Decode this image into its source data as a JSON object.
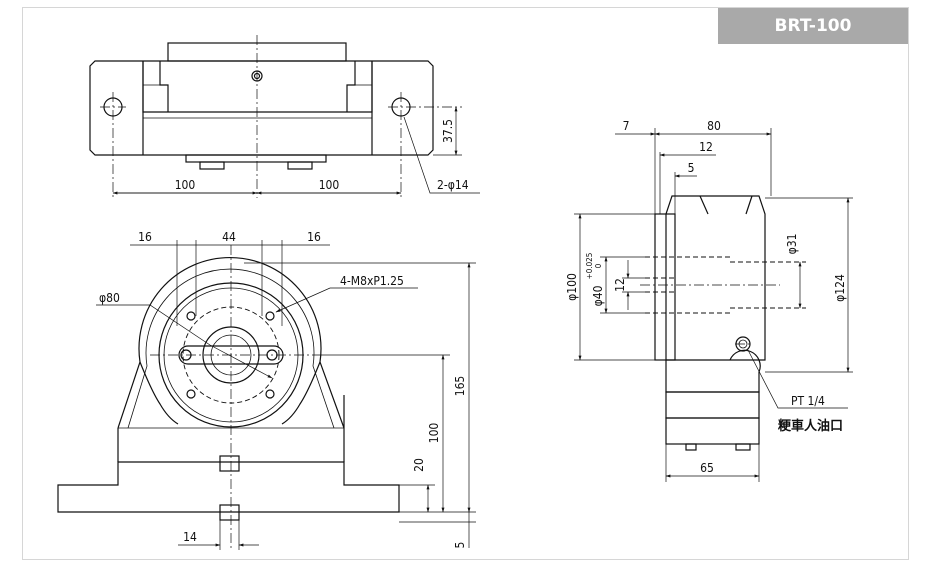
{
  "model": "BRT-100",
  "top_view": {
    "dims": {
      "left_span": "100",
      "right_span": "100",
      "height": "37.5",
      "holes": "2-φ14"
    }
  },
  "front_view": {
    "dims": {
      "hole_offset_left": "16",
      "hole_spacing": "44",
      "hole_offset_right": "16",
      "bore": "φ80",
      "thread": "4-M8xP1.25",
      "total_height": "165",
      "center_height": "100",
      "base_height": "20",
      "slot_width": "14",
      "bottom": "5"
    }
  },
  "side_view": {
    "dims": {
      "overall_length": "80",
      "flange": "7",
      "shaft_len": "12",
      "step": "5",
      "body_dia": "φ100",
      "bore_main": "φ40",
      "bore_tol_upper": "+0.025",
      "bore_tol_lower": "0",
      "key": "12",
      "inner_dia": "φ31",
      "outer_dia": "φ124",
      "base_len": "65"
    },
    "port_label": "PT 1/4",
    "port_note": "粳車人油口"
  }
}
